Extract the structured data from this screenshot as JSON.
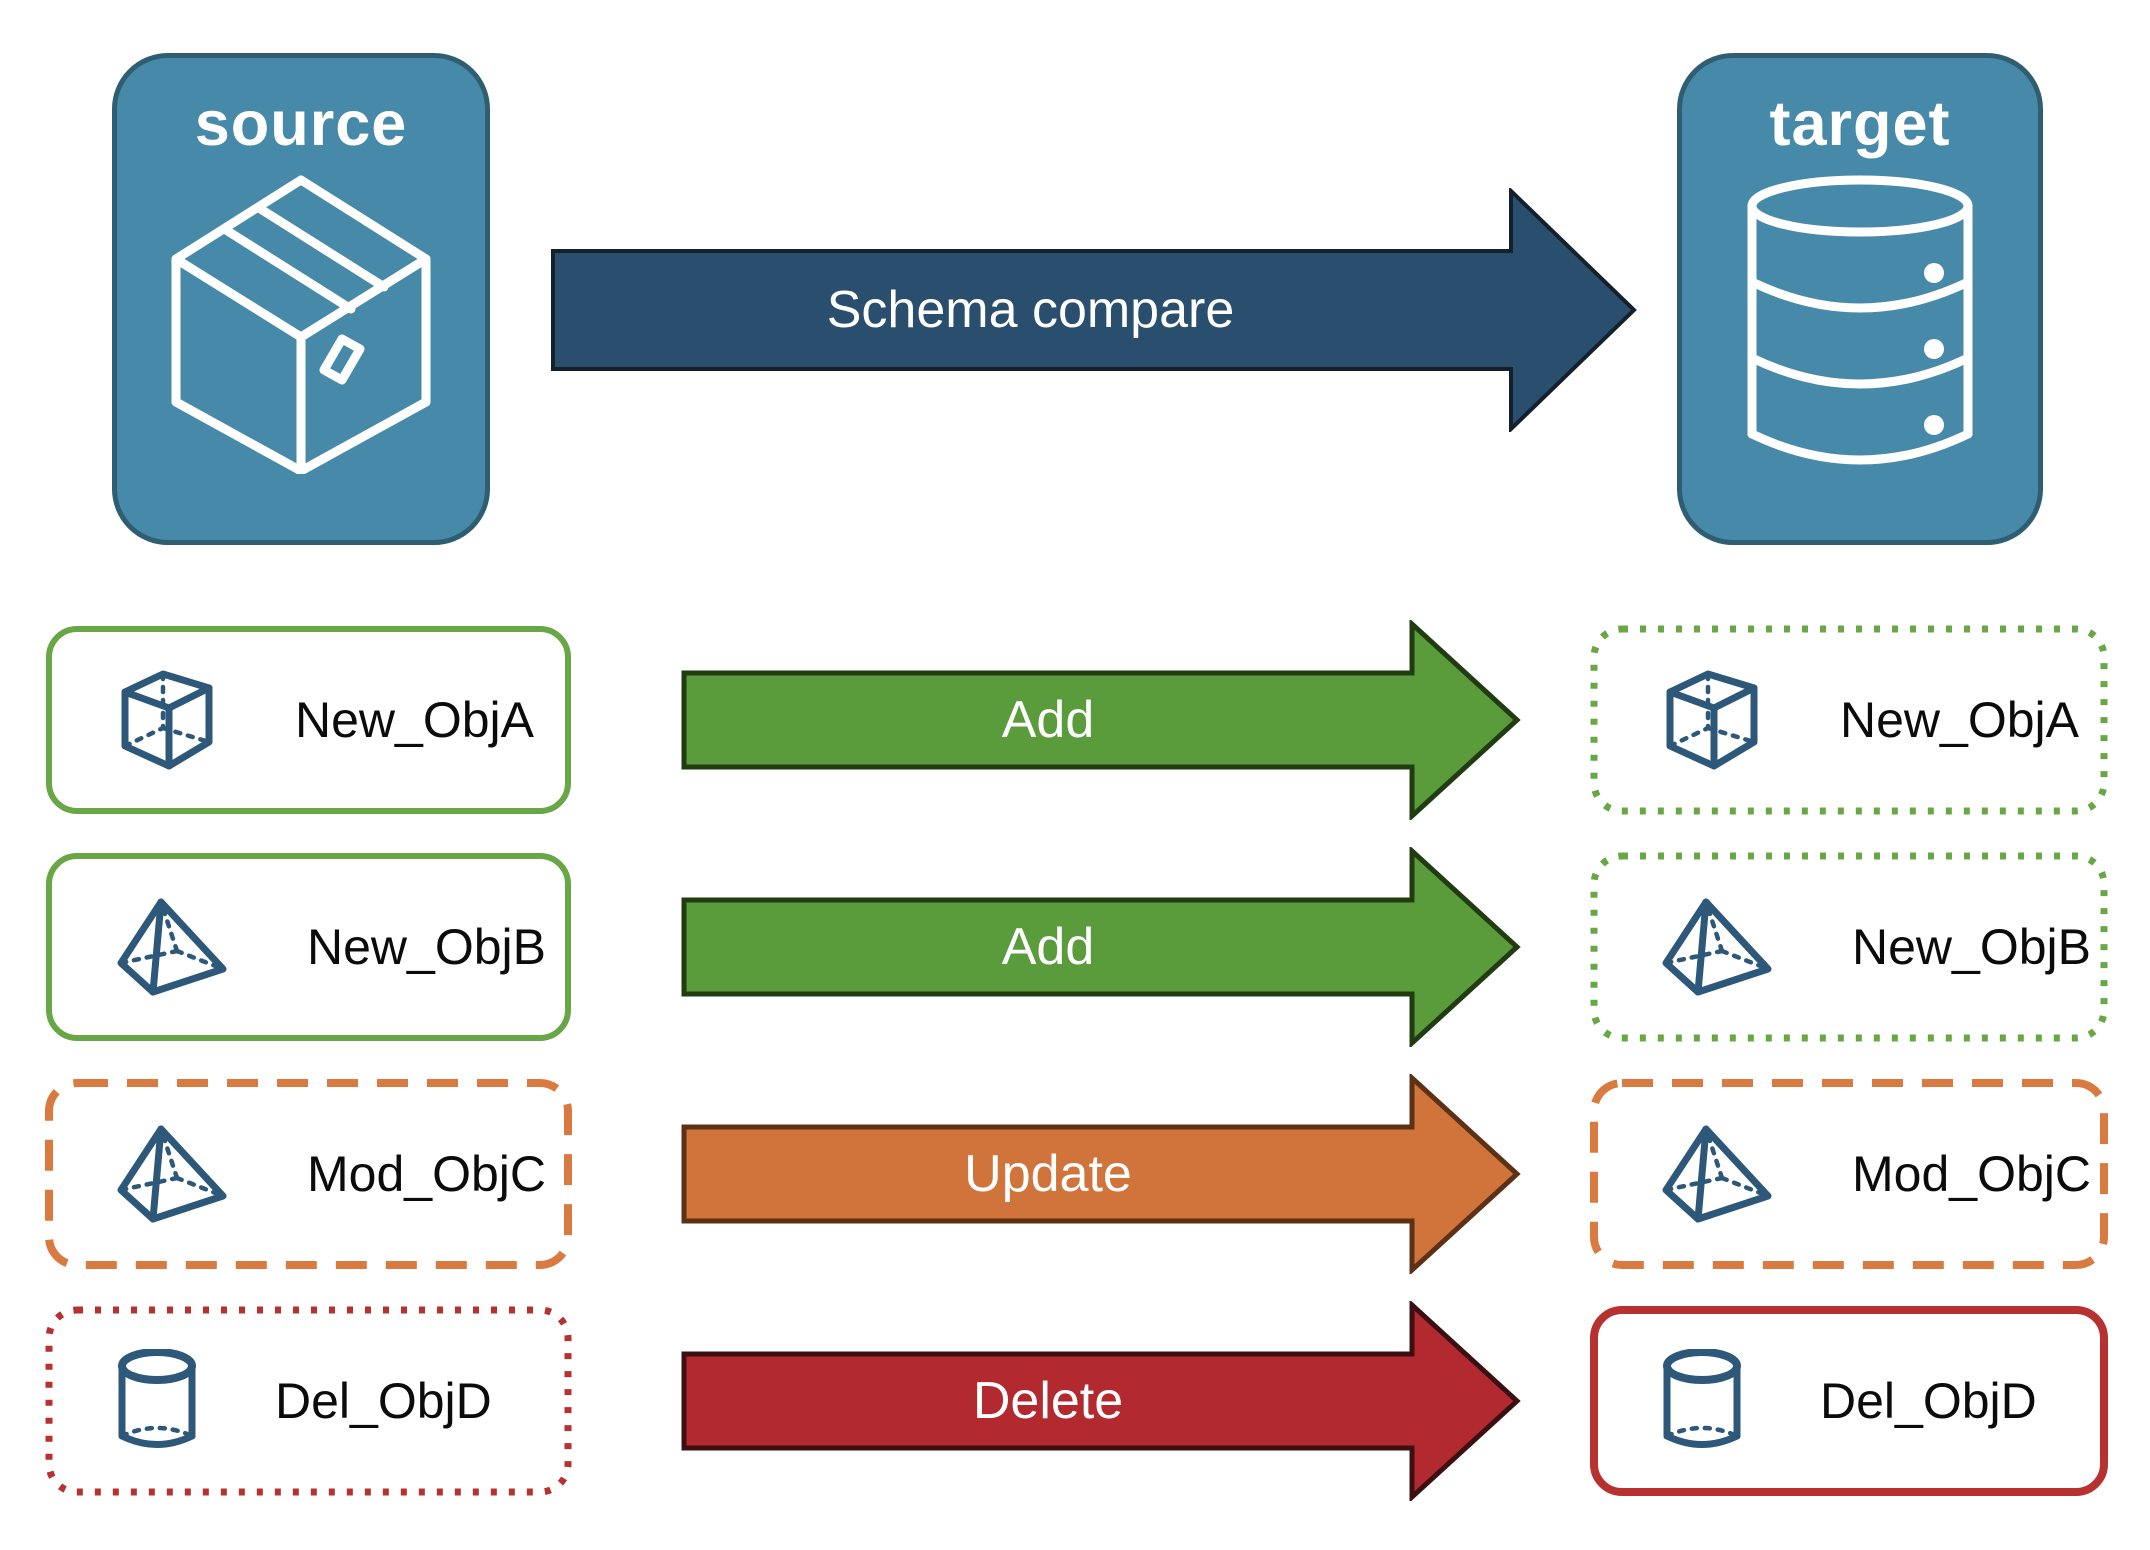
{
  "source": {
    "title": "source",
    "icon": "package"
  },
  "target": {
    "title": "target",
    "icon": "database"
  },
  "compare": {
    "label": "Schema compare"
  },
  "rows": [
    {
      "name": "New_ObjA",
      "action": "Add",
      "icon": "cube",
      "left_border": "solid-green",
      "right_border": "dotted-green"
    },
    {
      "name": "New_ObjB",
      "action": "Add",
      "icon": "pyramid",
      "left_border": "solid-green",
      "right_border": "dotted-green"
    },
    {
      "name": "Mod_ObjC",
      "action": "Update",
      "icon": "pyramid",
      "left_border": "dashed-orange",
      "right_border": "dashed-orange"
    },
    {
      "name": "Del_ObjD",
      "action": "Delete",
      "icon": "cylinder",
      "left_border": "dotted-red",
      "right_border": "solid-red"
    }
  ],
  "colors": {
    "node-blue": "#4789a8",
    "node-border": "#2f5e73",
    "navy": "#2a4e6e",
    "navy-dark": "#14202c",
    "add-green": "#5a9b3c",
    "add-green-dark": "#213c10",
    "update-orange": "#d0743c",
    "update-orange-dark": "#5d3115",
    "delete-red": "#b22a30",
    "delete-red-dark": "#3c1013",
    "green-border": "#69a746",
    "orange-border": "#d97a41",
    "red-border": "#b73131",
    "icon-blue": "#2d587a",
    "label-color": "#0b0b0b"
  }
}
